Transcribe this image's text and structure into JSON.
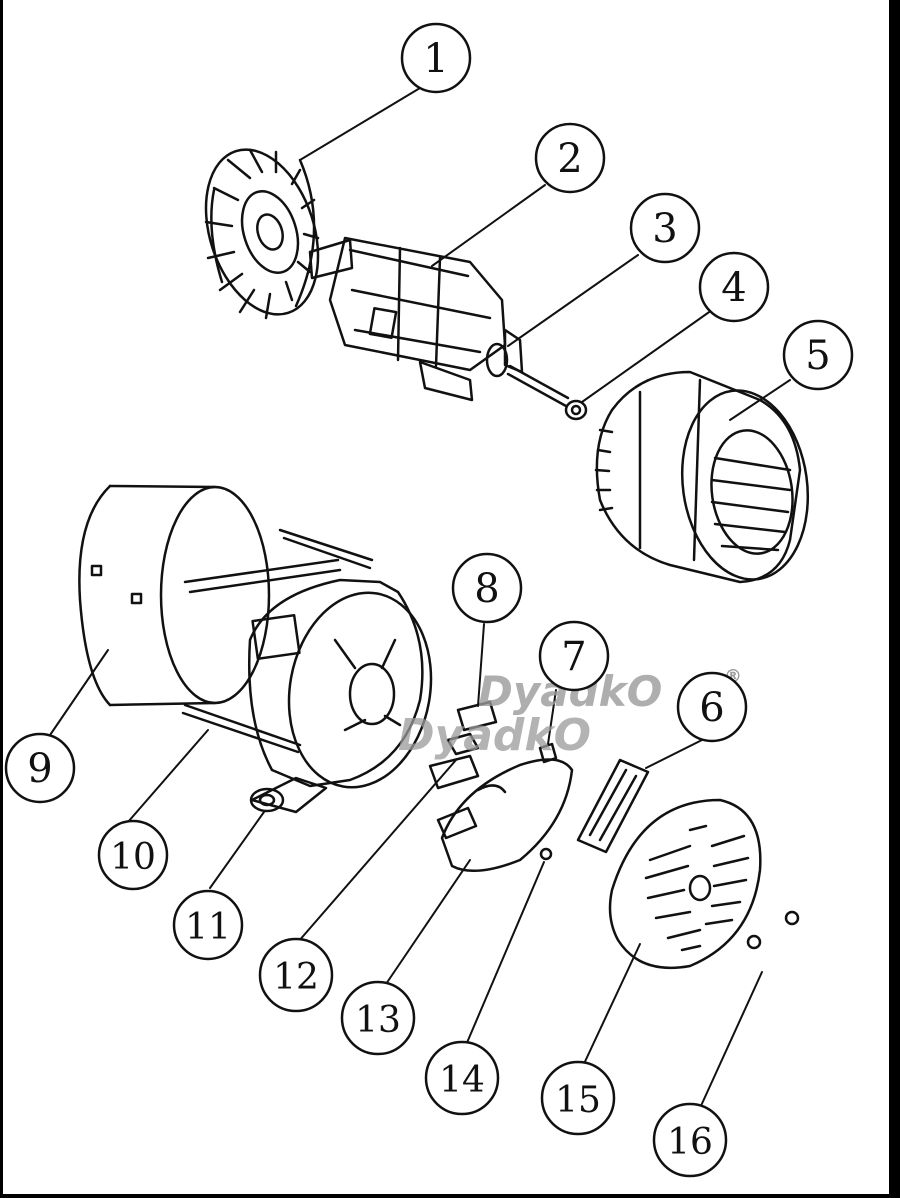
{
  "diagram": {
    "callouts": [
      "1",
      "2",
      "3",
      "4",
      "5",
      "6",
      "7",
      "8",
      "9",
      "10",
      "11",
      "12",
      "13",
      "14",
      "15",
      "16"
    ]
  },
  "watermark": {
    "text": "DyadkO",
    "mark": "®"
  },
  "colors": {
    "ink": "#111111",
    "paper": "#ffffff",
    "frame": "#000000",
    "watermark": "#9a9a9a"
  }
}
